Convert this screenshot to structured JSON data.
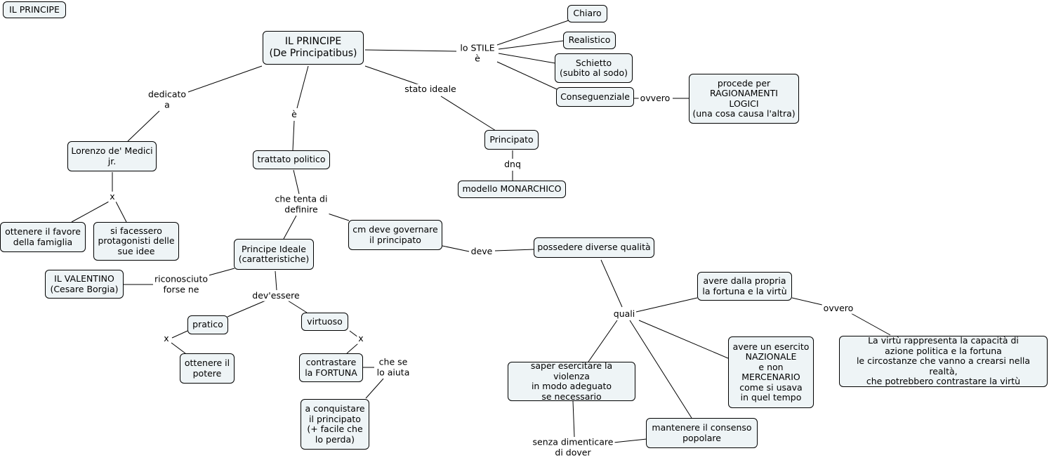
{
  "title_tab": "IL PRINCIPE",
  "nodes": {
    "root": "IL PRINCIPE\n(De Principatibus)",
    "chiaro": "Chiaro",
    "realistico": "Realistico",
    "schietto": "Schietto\n(subito al sodo)",
    "conseguenziale": "Conseguenziale",
    "ragionamenti": "procede per\nRAGIONAMENTI\nLOGICI\n(una cosa causa l'altra)",
    "lorenzo": "Lorenzo de' Medici\njr.",
    "trattato": "trattato politico",
    "principato": "Principato",
    "monarchico": "modello MONARCHICO",
    "favore": "ottenere il favore\ndella famiglia",
    "protagonisti": "si facessero\nprotagonisti delle\nsue idee",
    "principe_ideale": "Principe Ideale\n(caratteristiche)",
    "come_governare": "cm deve governare\nil principato",
    "qualita": "possedere diverse qualità",
    "valentino": "IL VALENTINO\n(Cesare Borgia)",
    "pratico": "pratico",
    "virtuoso": "virtuoso",
    "potere": "ottenere il\npotere",
    "fortuna": "contrastare\nla FORTUNA",
    "conquistare": "a conquistare\nil principato\n(+ facile che\nlo perda)",
    "fortuna_virtu": "avere dalla propria\nla fortuna e la virtù",
    "virtu_def": "La virtù rappresenta la capacità di\nazione politica e la fortuna\nle circostanze che vanno a crearsi nella realtà,\nche potrebbero contrastare la virtù",
    "esercito": "avere un esercito\nNAZIONALE\ne non\nMERCENARIO\ncome si usava\nin quel tempo",
    "violenza": "saper esercitare la violenza\nin modo adeguato\nse necessario",
    "consenso": "mantenere il consenso\npopolare"
  },
  "labels": {
    "stile": "lo STILE\nè",
    "ovvero1": "ovvero",
    "dedicato": "dedicato\na",
    "e": "è",
    "stato_ideale": "stato ideale",
    "dnq": "dnq",
    "x1": "x",
    "tenta": "che tenta di\ndefinire",
    "deve": "deve",
    "riconosciuto": "riconosciuto\nforse ne",
    "devessere": "dev'essere",
    "x2": "x",
    "x3": "x",
    "chese": "che se\nlo aiuta",
    "quali": "quali",
    "ovvero2": "ovvero",
    "dimenticare": "senza dimenticare\ndi dover"
  }
}
